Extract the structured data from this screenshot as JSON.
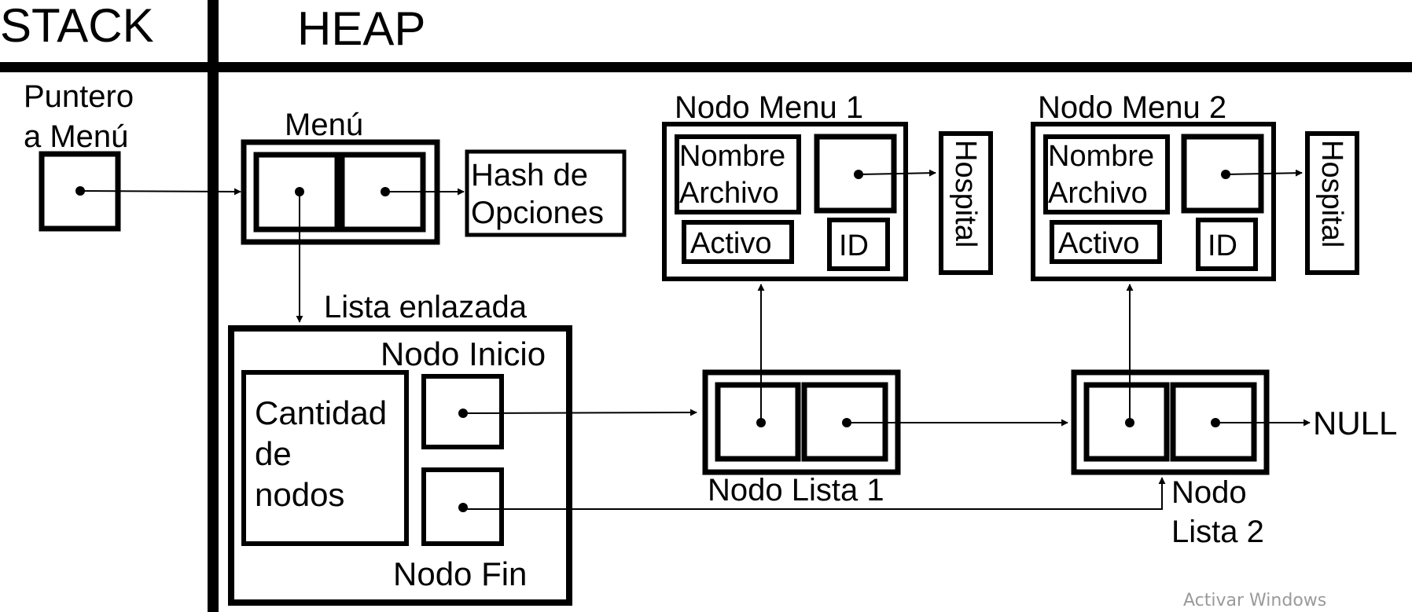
{
  "headers": {
    "stack": "STACK",
    "heap": "HEAP"
  },
  "stack": {
    "pointer_label_line1": "Puntero",
    "pointer_label_line2": "a Menú"
  },
  "menu": {
    "label": "Menú",
    "hash_line1": "Hash de",
    "hash_line2": "Opciones"
  },
  "linked_list": {
    "label": "Lista enlazada",
    "count_line1": "Cantidad",
    "count_line2": "de",
    "count_line3": "nodos",
    "start_label": "Nodo Inicio",
    "end_label": "Nodo Fin"
  },
  "list_nodes": [
    {
      "label_line1": "Nodo Lista 1"
    },
    {
      "label_line1": "Nodo",
      "label_line2": "Lista 2"
    }
  ],
  "null_label": "NULL",
  "menu_nodes": [
    {
      "title": "Nodo Menu 1",
      "name_line1": "Nombre",
      "name_line2": "Archivo",
      "active": "Activo",
      "id": "ID",
      "hospital": "Hospital"
    },
    {
      "title": "Nodo Menu 2",
      "name_line1": "Nombre",
      "name_line2": "Archivo",
      "active": "Activo",
      "id": "ID",
      "hospital": "Hospital"
    }
  ],
  "watermark": "Activar Windows",
  "colors": {
    "ink": "#000000",
    "watermark": "#9a9a9a",
    "background": "#ffffff"
  }
}
